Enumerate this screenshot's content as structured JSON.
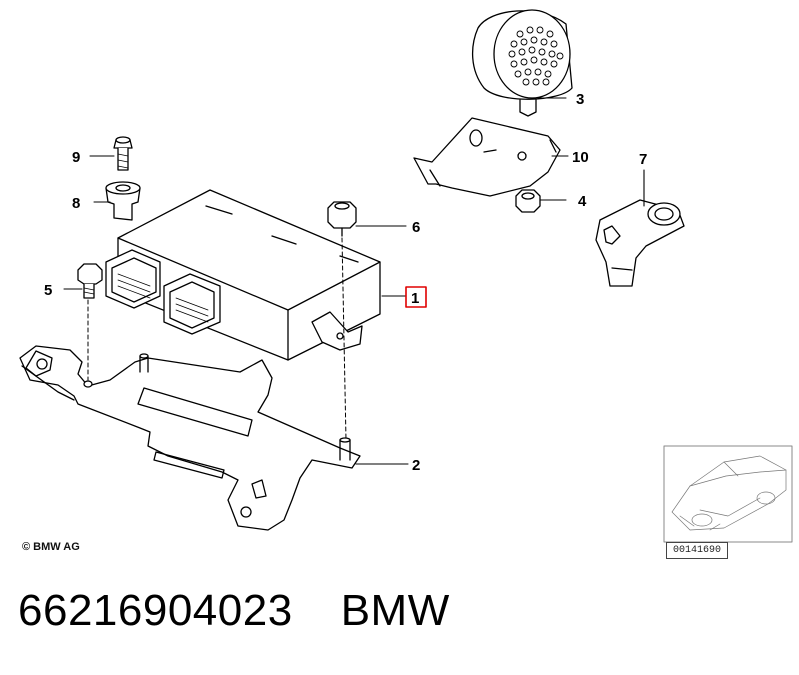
{
  "diagram": {
    "callouts": [
      {
        "label": "1",
        "highlighted": true
      },
      {
        "label": "2"
      },
      {
        "label": "3"
      },
      {
        "label": "4"
      },
      {
        "label": "5"
      },
      {
        "label": "6"
      },
      {
        "label": "7"
      },
      {
        "label": "8"
      },
      {
        "label": "9"
      },
      {
        "label": "10"
      }
    ],
    "highlight_color": "#e00000",
    "copyright": "© BMW AG",
    "diagram_id": "00141690"
  },
  "footer": {
    "part_number": "66216904023",
    "brand": "BMW"
  }
}
